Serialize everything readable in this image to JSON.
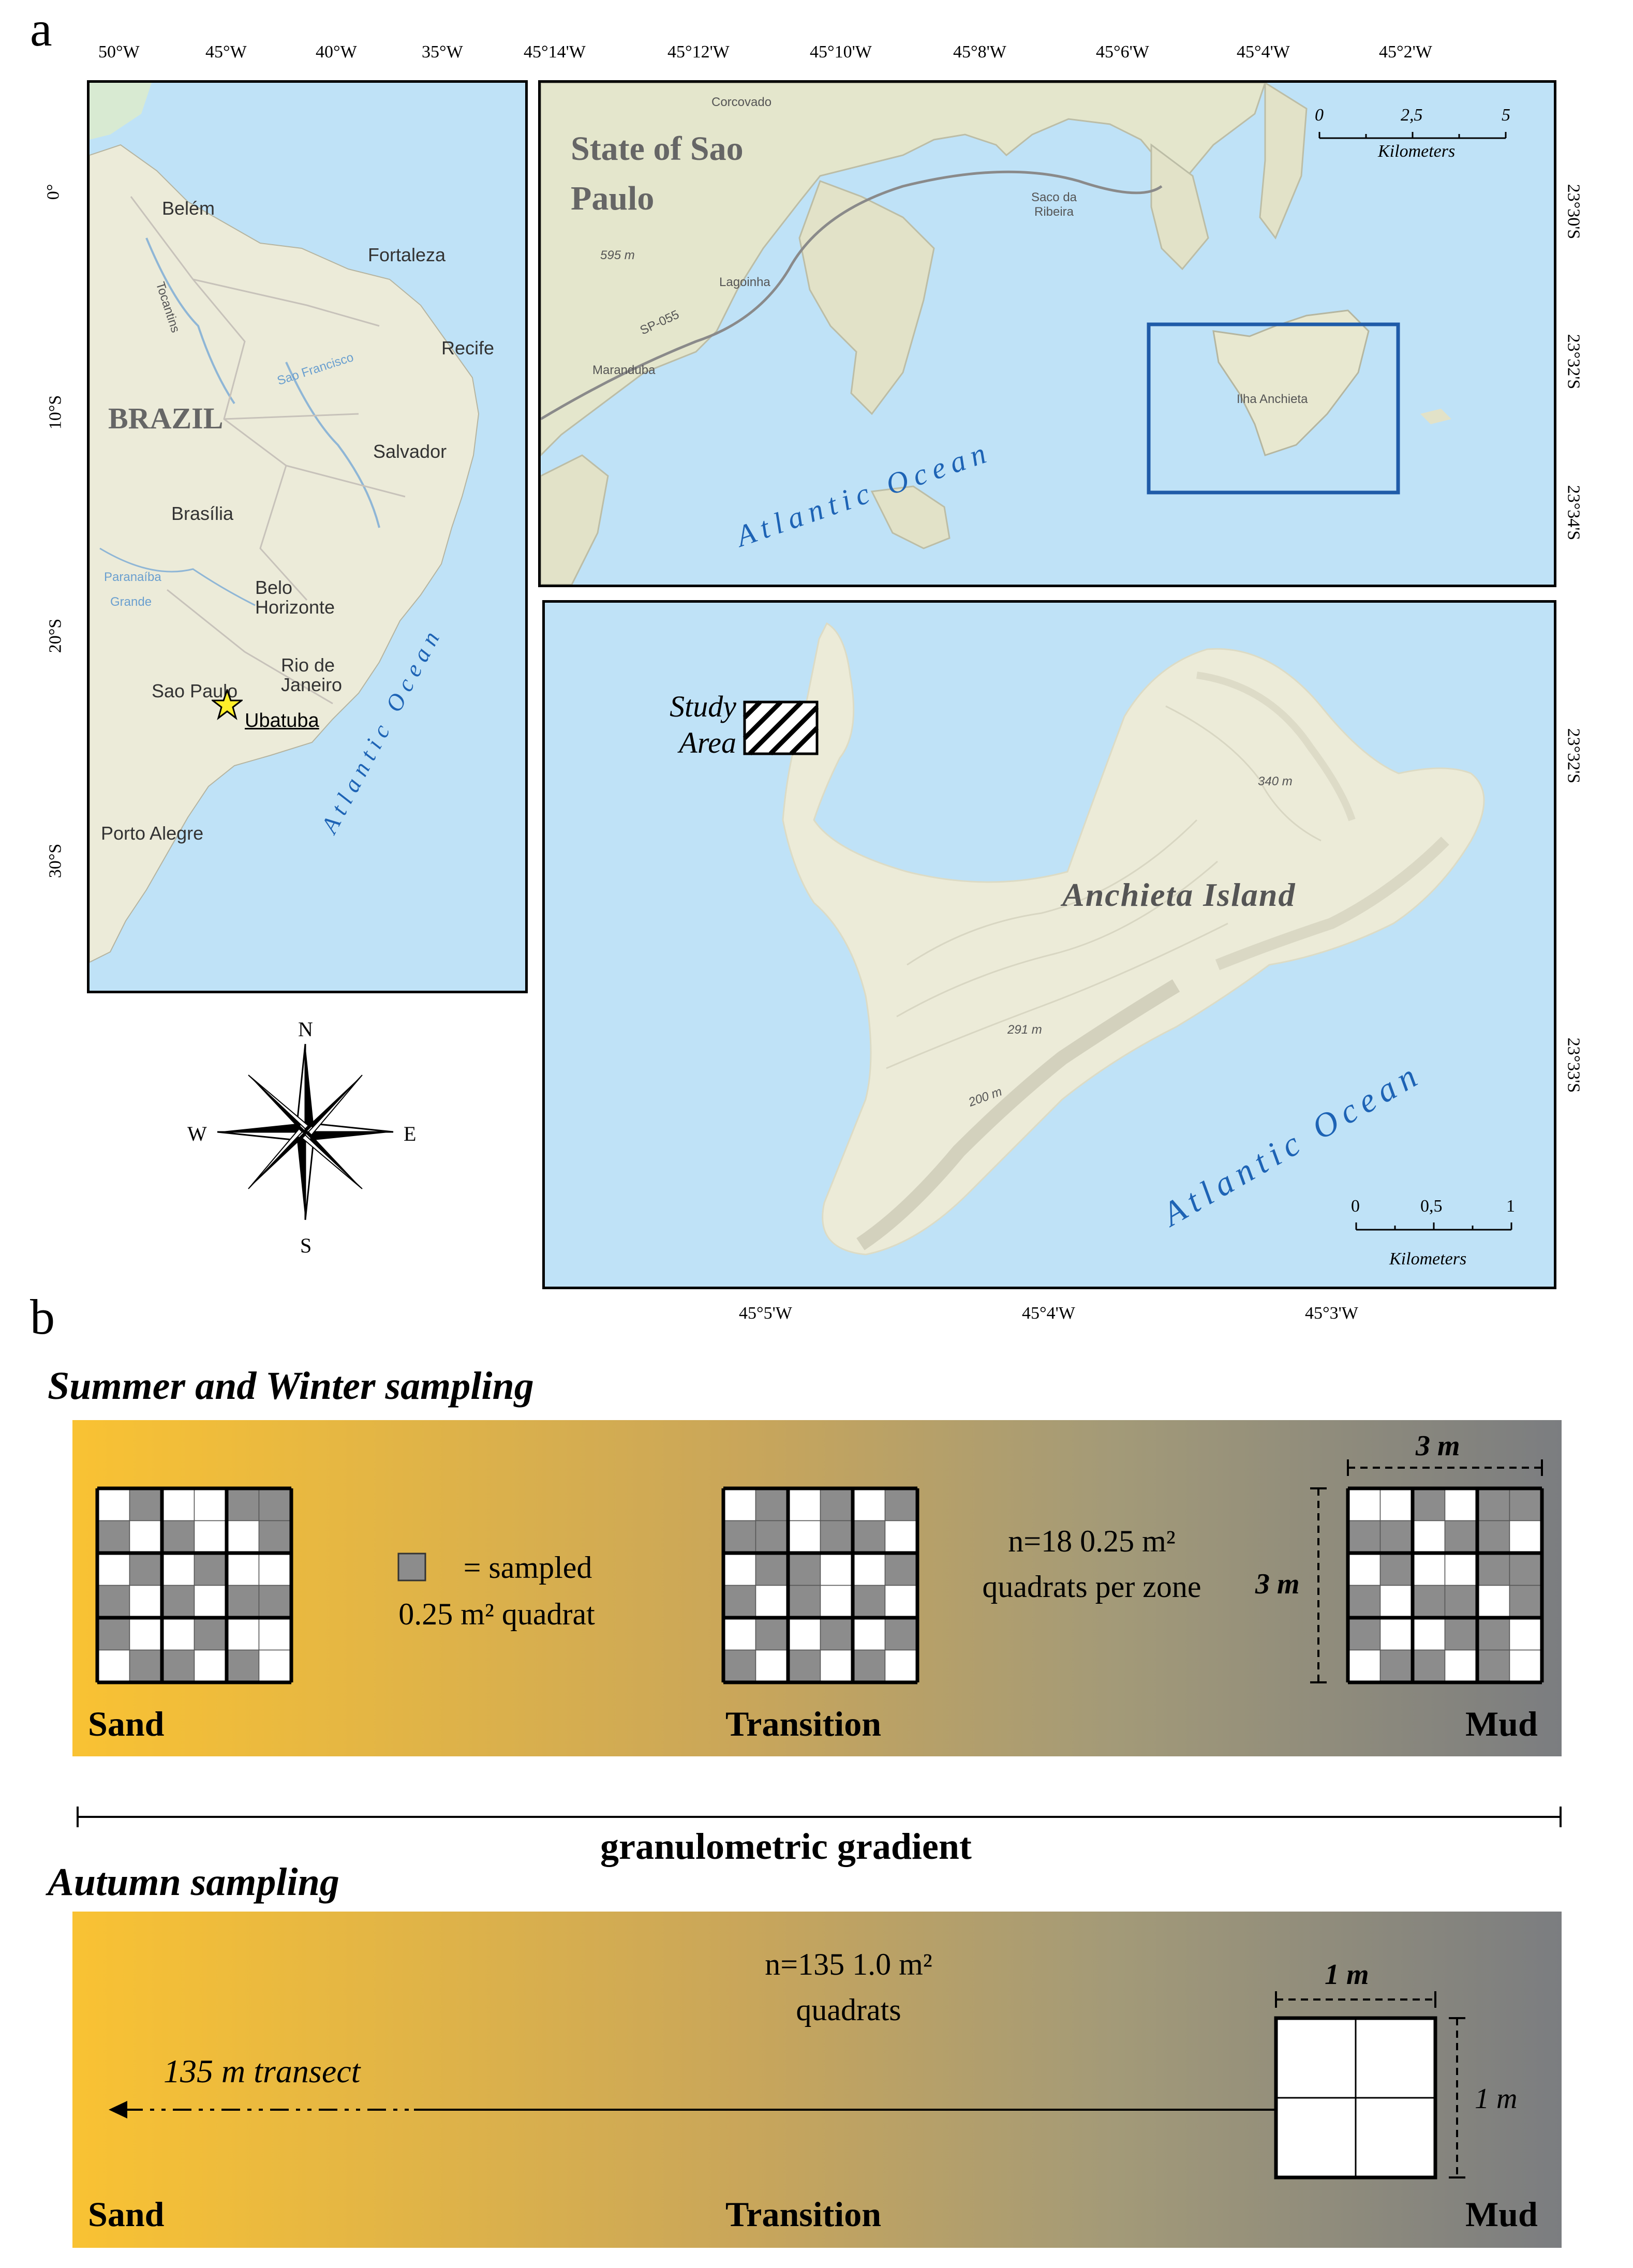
{
  "panels": {
    "a": "a",
    "b": "b"
  },
  "overview_map": {
    "lon_ticks": [
      "50°W",
      "45°W",
      "40°W",
      "35°W"
    ],
    "lat_ticks": [
      "0°",
      "10°S",
      "20°S",
      "30°S"
    ],
    "country": "BRAZIL",
    "cities": [
      "Belém",
      "Fortaleza",
      "Recife",
      "Salvador",
      "Brasília",
      "Belo Horizonte",
      "Rio de Janeiro",
      "Sao Paulo",
      "Porto Alegre"
    ],
    "rivers": [
      "Tocantins",
      "Sao Francisco",
      "Paranaíba",
      "Grande"
    ],
    "marker_label": "Ubatuba",
    "ocean": "Atlantic Ocean"
  },
  "regional_map": {
    "lon_ticks": [
      "45°14'W",
      "45°12'W",
      "45°10'W",
      "45°8'W",
      "45°6'W",
      "45°4'W",
      "45°2'W"
    ],
    "lat_ticks": [
      "23°30'S",
      "23°32'S",
      "23°34'S"
    ],
    "state": "State of Sao Paulo",
    "places": [
      "Corcovado",
      "Saco da Ribeira",
      "Lagoinha",
      "Maranduba",
      "Ilha Anchieta"
    ],
    "elevation": "595 m",
    "road": "SP-055",
    "ocean": "Atlantic Ocean",
    "scale": {
      "ticks": [
        "0",
        "2,5",
        "5"
      ],
      "unit": "Kilometers"
    }
  },
  "island_map": {
    "lon_ticks": [
      "45°5'W",
      "45°4'W",
      "45°3'W"
    ],
    "lat_ticks": [
      "23°32'S",
      "23°33'S"
    ],
    "island": "Anchieta Island",
    "study_area": "Study Area",
    "elevations": [
      "340 m",
      "291 m",
      "200 m"
    ],
    "ocean": "Atlantic Ocean",
    "scale": {
      "ticks": [
        "0",
        "0,5",
        "1"
      ],
      "unit": "Kilometers"
    }
  },
  "compass": {
    "n": "N",
    "s": "S",
    "e": "E",
    "w": "W"
  },
  "sampling1": {
    "title": "Summer and Winter sampling",
    "legend": "= sampled 0.25 m² quadrat",
    "n_text": "n=18 0.25 m² quadrats per zone",
    "dim_w": "3 m",
    "dim_h": "3 m",
    "zones": [
      "Sand",
      "Transition",
      "Mud"
    ]
  },
  "gradient_label": "granulometric gradient",
  "sampling2": {
    "title": "Autumn sampling",
    "n_text": "n=135 1.0 m² quadrats",
    "transect": "135 m transect",
    "dim_w": "1 m",
    "dim_h": "1 m",
    "zones": [
      "Sand",
      "Transition",
      "Mud"
    ]
  },
  "colors": {
    "ocean": "#bfe2f7",
    "land": "#ecebd9",
    "sand": "#f9c233",
    "mud": "#7b7d80",
    "grey_cell": "#8c8c8c",
    "frame_blue": "#1f5ba8"
  }
}
